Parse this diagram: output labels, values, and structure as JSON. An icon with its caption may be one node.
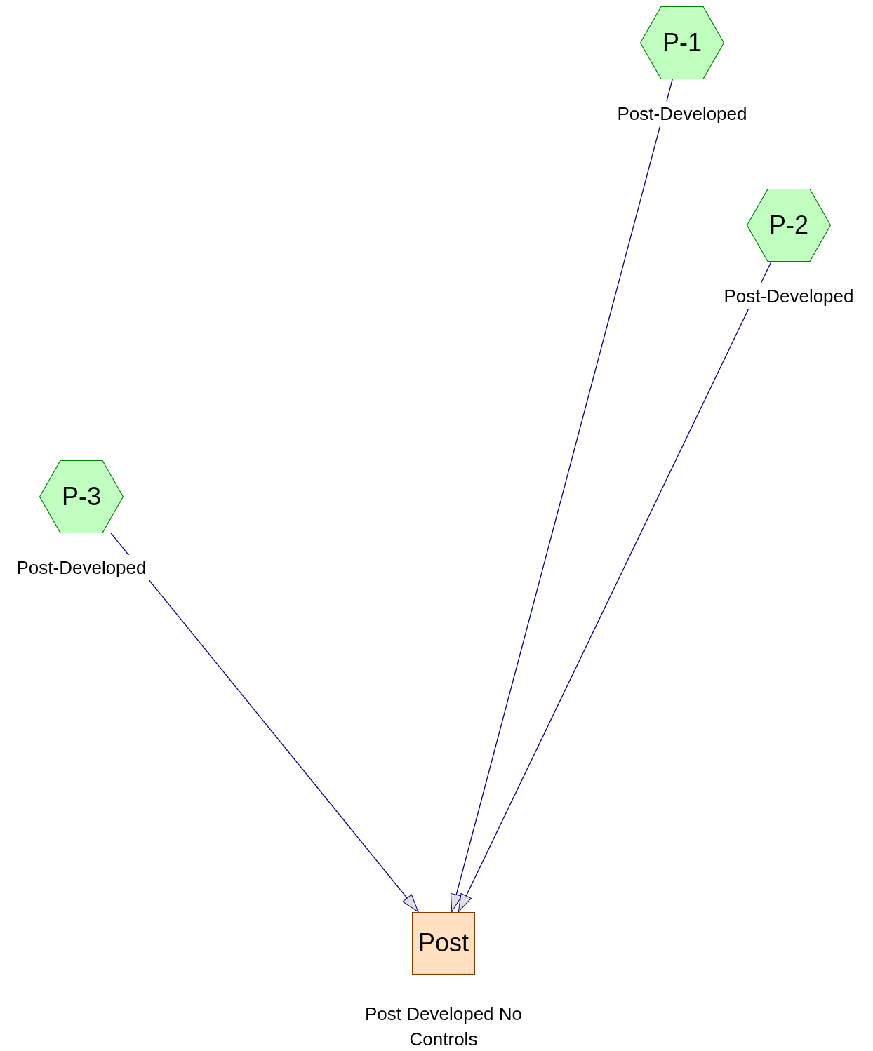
{
  "diagram": {
    "nodes": [
      {
        "text": [
          "P-1"
        ],
        "beside": [
          "Post-Developed"
        ]
      },
      {
        "text": [
          "P-2"
        ],
        "beside": [
          "Post-Developed"
        ]
      },
      {
        "text": [
          "P-3"
        ],
        "beside": [
          "Post-Developed"
        ]
      },
      {
        "text": [
          "Post"
        ],
        "beside": [
          "Post Developed No Controls"
        ]
      }
    ],
    "edges": [
      {
        "from": 0,
        "to": 3,
        "arrow": "to"
      },
      {
        "from": 1,
        "to": 3,
        "arrow": "to"
      },
      {
        "from": 2,
        "to": 3,
        "arrow": "to"
      }
    ]
  }
}
